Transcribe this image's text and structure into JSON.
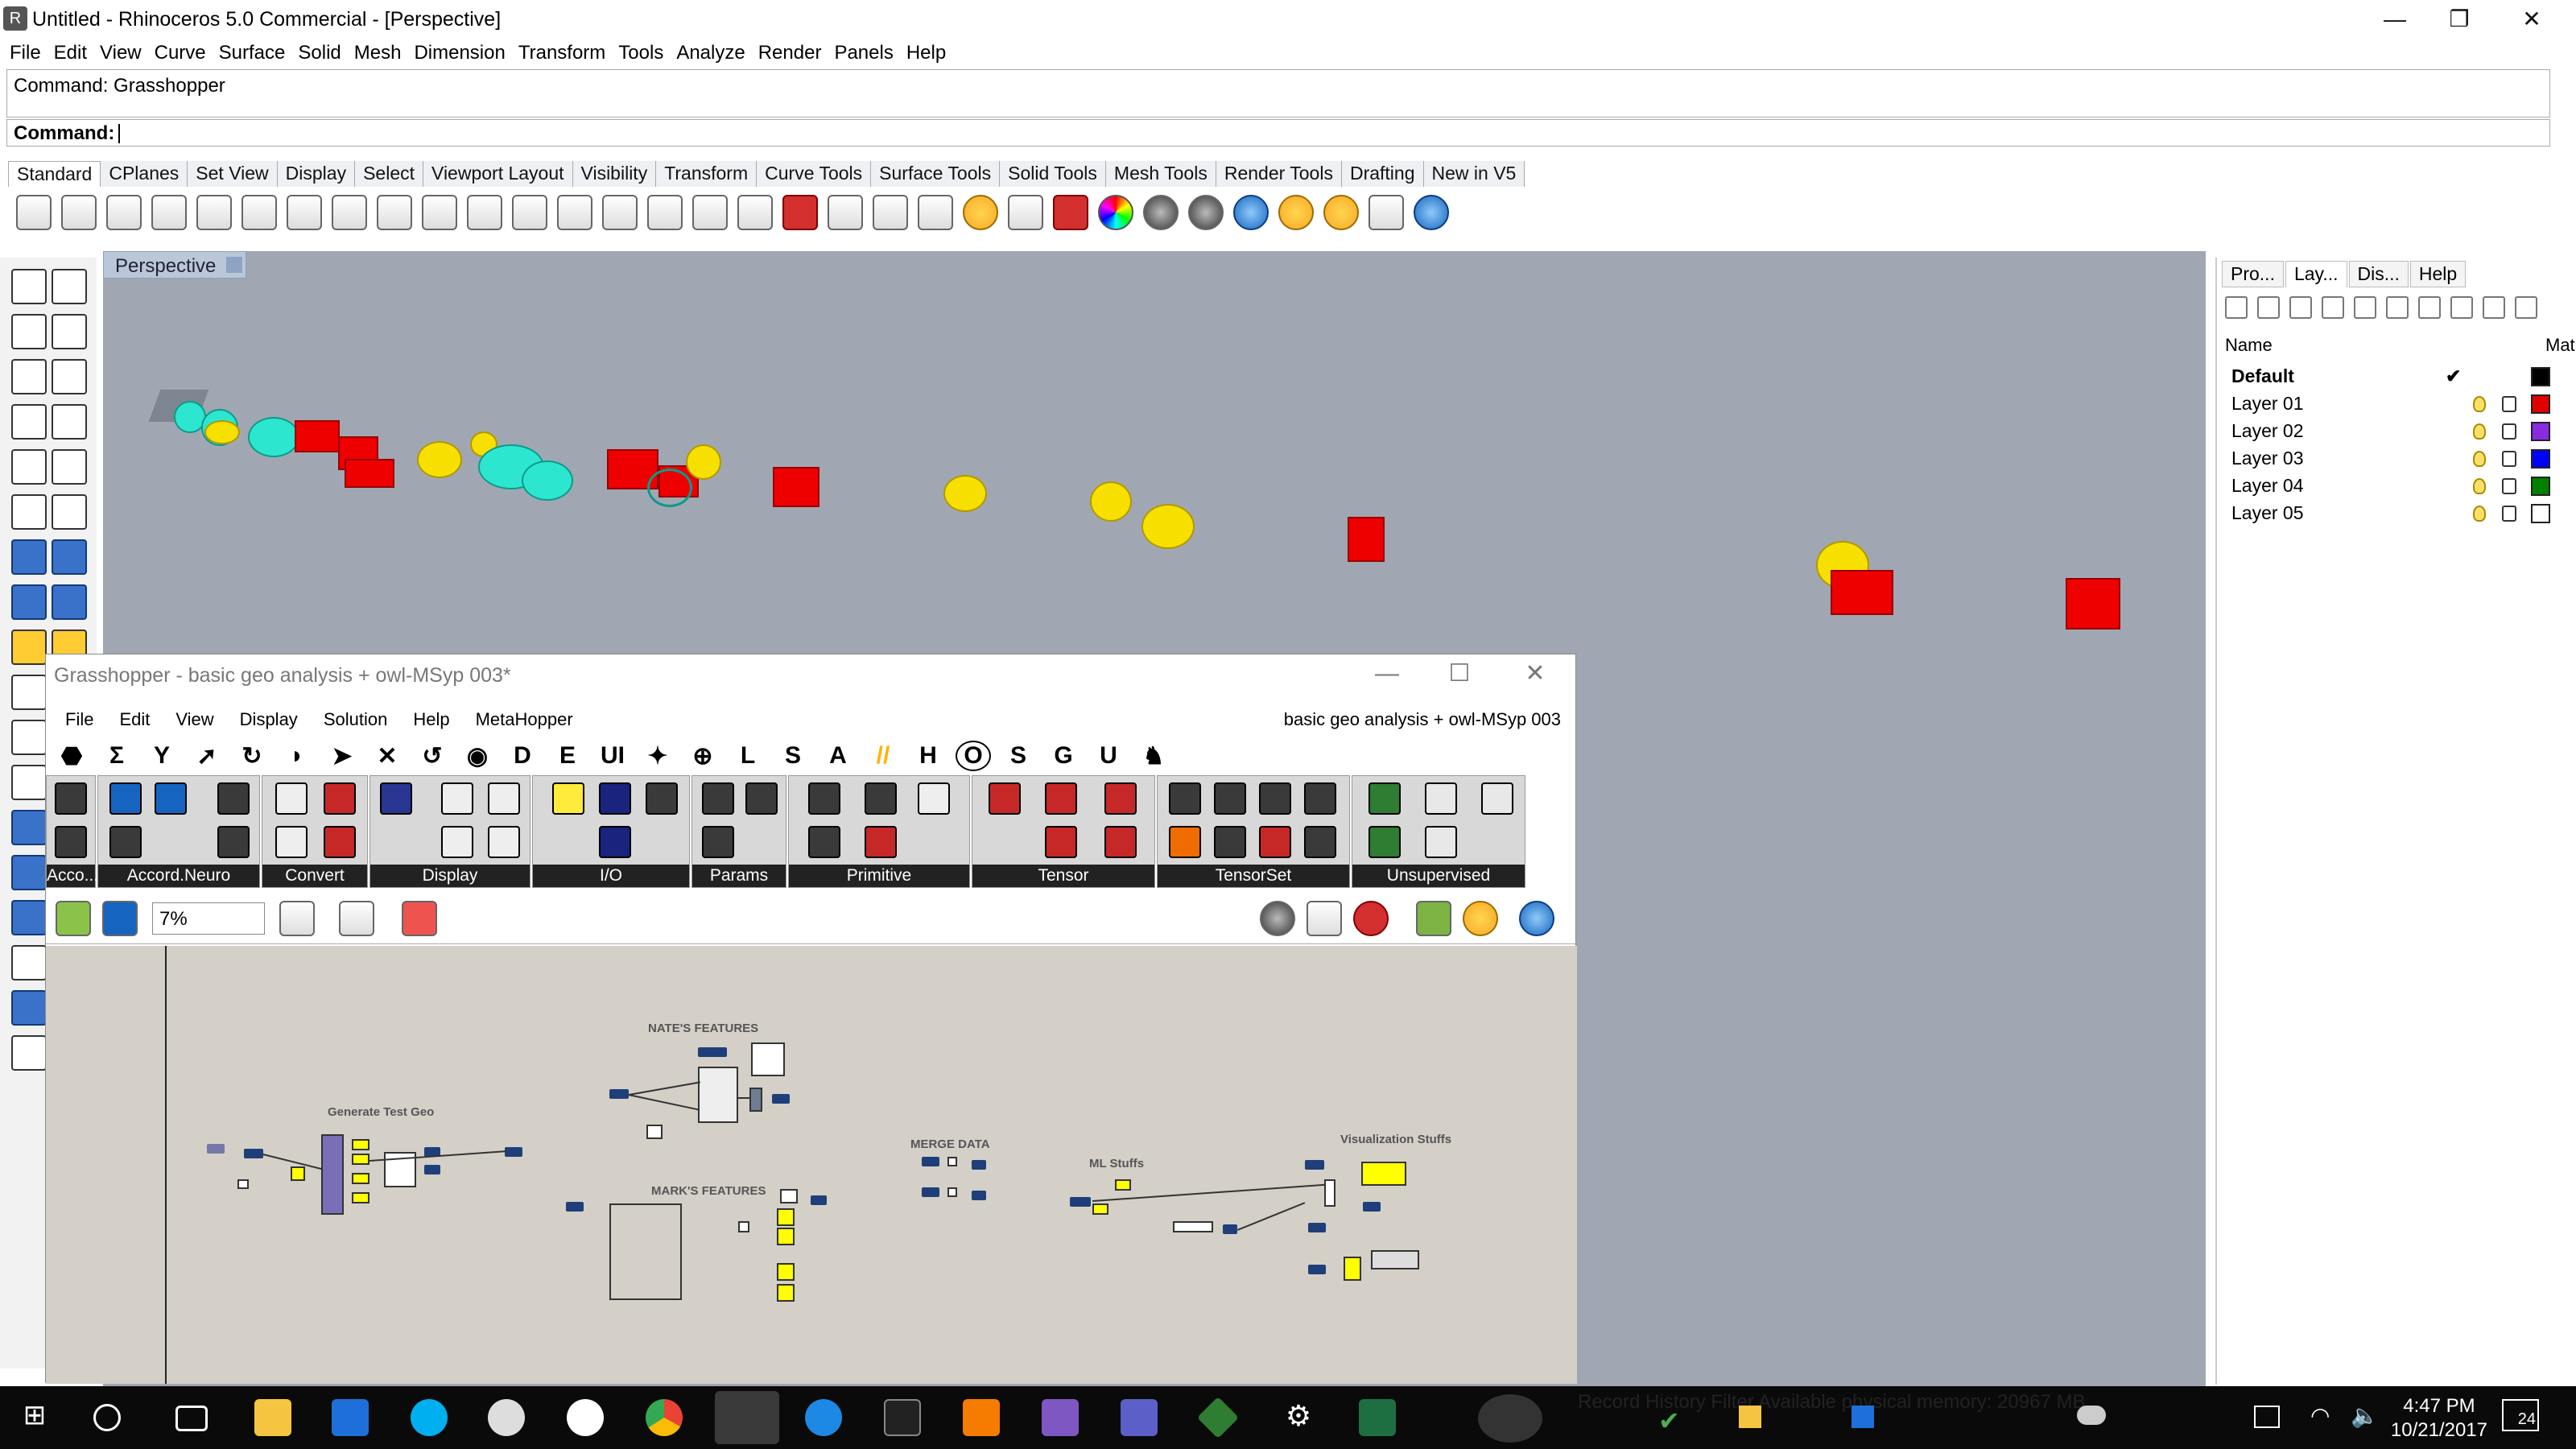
{
  "window": {
    "title": "Untitled - Rhinoceros 5.0 Commercial - [Perspective]",
    "controls": [
      "—",
      "❐",
      "✕"
    ]
  },
  "menu": [
    "File",
    "Edit",
    "View",
    "Curve",
    "Surface",
    "Solid",
    "Mesh",
    "Dimension",
    "Transform",
    "Tools",
    "Analyze",
    "Render",
    "Panels",
    "Help"
  ],
  "command": {
    "history": "Command: Grasshopper",
    "prompt": "Command:"
  },
  "tabs": [
    "Standard",
    "CPlanes",
    "Set View",
    "Display",
    "Select",
    "Viewport Layout",
    "Visibility",
    "Transform",
    "Curve Tools",
    "Surface Tools",
    "Solid Tools",
    "Mesh Tools",
    "Render Tools",
    "Drafting",
    "New in V5"
  ],
  "viewport": {
    "label": "Perspective"
  },
  "right_panel": {
    "tabs": [
      "Pro...",
      "Lay...",
      "Dis...",
      "Help"
    ],
    "columns": {
      "name": "Name",
      "material": "Mat"
    },
    "layers": [
      {
        "name": "Default",
        "current": "✔",
        "color": "#000000"
      },
      {
        "name": "Layer 01",
        "color": "#e00000"
      },
      {
        "name": "Layer 02",
        "color": "#8a2be2"
      },
      {
        "name": "Layer 03",
        "color": "#0000ff"
      },
      {
        "name": "Layer 04",
        "color": "#008000"
      },
      {
        "name": "Layer 05",
        "color": "#ffffff"
      }
    ]
  },
  "grasshopper": {
    "title": "Grasshopper - basic geo analysis + owl-MSyp 003*",
    "menu": [
      "File",
      "Edit",
      "View",
      "Display",
      "Solution",
      "Help",
      "MetaHopper"
    ],
    "document": "basic geo analysis + owl-MSyp 003",
    "categories": [
      "⬣",
      "Σ",
      "Y",
      "➚",
      "↻",
      "◗",
      "➤",
      "✕",
      "↺",
      "◉",
      "D",
      "E",
      "UI",
      "✦",
      "⊕",
      "L",
      "S",
      "A",
      "//",
      "H",
      "O",
      "S",
      "G",
      "U",
      "♞"
    ],
    "panels": [
      "Acco...",
      "Accord.Neuro",
      "Convert",
      "Display",
      "I/O",
      "Params",
      "Primitive",
      "Tensor",
      "TensorSet",
      "Unsupervised"
    ],
    "zoom": "7%",
    "groups": [
      "NATE'S FEATURES",
      "Generate Test Geo",
      "MARK'S FEATURES",
      "MERGE DATA",
      "ML Stuffs",
      "Visualization Stuffs"
    ]
  },
  "taskbar": {
    "time": "4:47 PM",
    "date": "10/21/2017",
    "status": "Record History    Filter    Available physical memory: 20967 MB",
    "notifications": "24"
  }
}
